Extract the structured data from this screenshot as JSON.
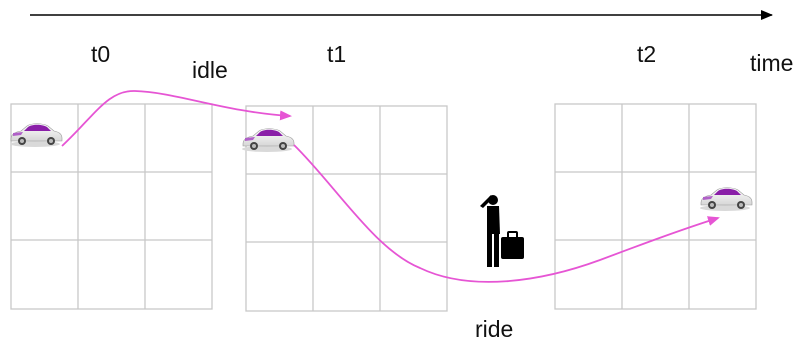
{
  "timeline": {
    "label": "time"
  },
  "frames": [
    {
      "label": "t0"
    },
    {
      "label": "t1"
    },
    {
      "label": "t2"
    }
  ],
  "transitions": {
    "idle": "idle",
    "ride": "ride"
  },
  "colors": {
    "arrow": "#e655d4",
    "grid": "#c8c8c8",
    "car_accent": "#8a1fa8"
  },
  "icons": [
    "car-icon",
    "passenger-icon"
  ]
}
